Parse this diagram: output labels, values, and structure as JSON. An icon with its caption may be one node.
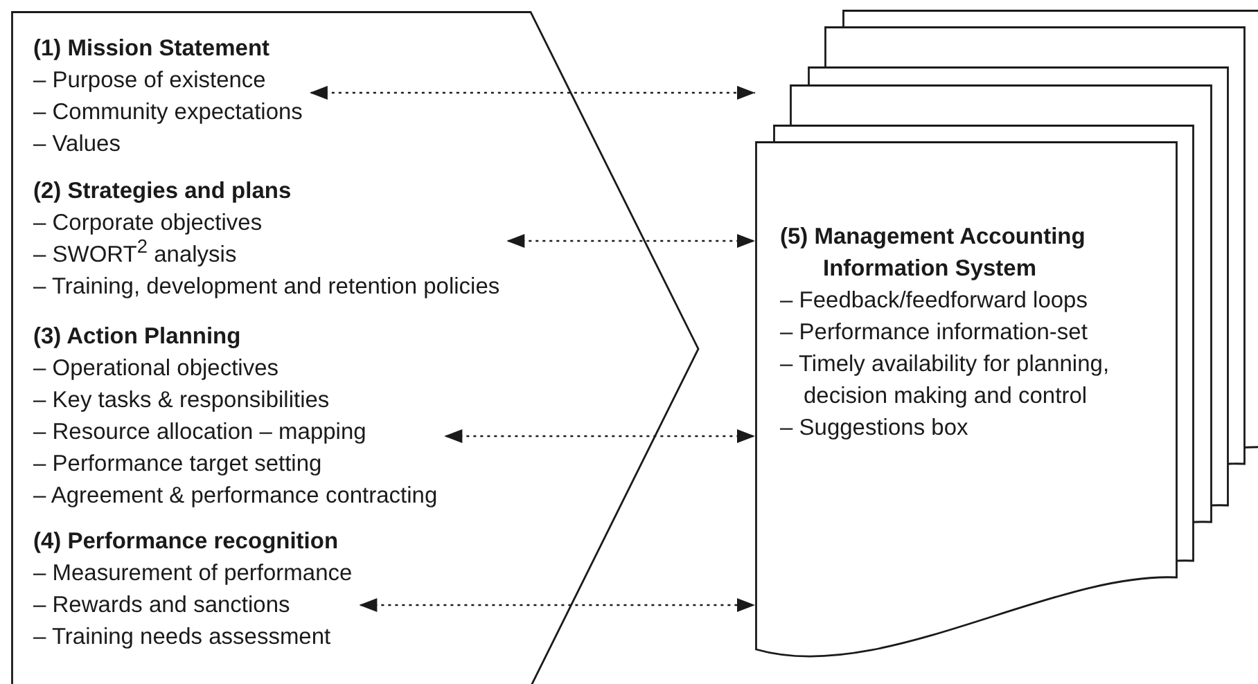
{
  "diagram": {
    "nodes": [
      {
        "text": [],
        "shape": "chevron"
      },
      {
        "text": [
          "(1) Mission Statement",
          "– Purpose of existence",
          "– Community expectations",
          "– Values"
        ],
        "in": 0
      },
      {
        "text": [
          "(2) Strategies and plans",
          "– Corporate objectives",
          "– SWORT$^{2}$ analysis",
          "– Training, development and retention policies"
        ],
        "in": 0
      },
      {
        "text": [
          "(3) Action Planning",
          "– Operational objectives",
          "– Key tasks & responsibilities",
          "– Resource allocation – mapping",
          "– Performance target setting",
          "– Agreement & performance contracting"
        ],
        "in": 0
      },
      {
        "text": [
          "(4) Performance recognition",
          "– Measurement of performance",
          "– Rewards and sanctions",
          "– Training needs assessment"
        ],
        "in": 0
      },
      {
        "text": [
          "(5) Management Accounting Information System",
          "– Feedback/feedforward loops",
          "– Performance information-set",
          "– Timely availability for planning, decision making and control",
          "– Suggestions box"
        ]
      }
    ],
    "edges": [
      {
        "from": 1,
        "to": 5,
        "arrow": "both",
        "style": "dashed"
      },
      {
        "from": 2,
        "to": 5,
        "arrow": "both",
        "style": "dashed"
      },
      {
        "from": 3,
        "to": 5,
        "arrow": "both",
        "style": "dashed"
      },
      {
        "from": 4,
        "to": 5,
        "arrow": "both",
        "style": "dashed"
      }
    ]
  }
}
